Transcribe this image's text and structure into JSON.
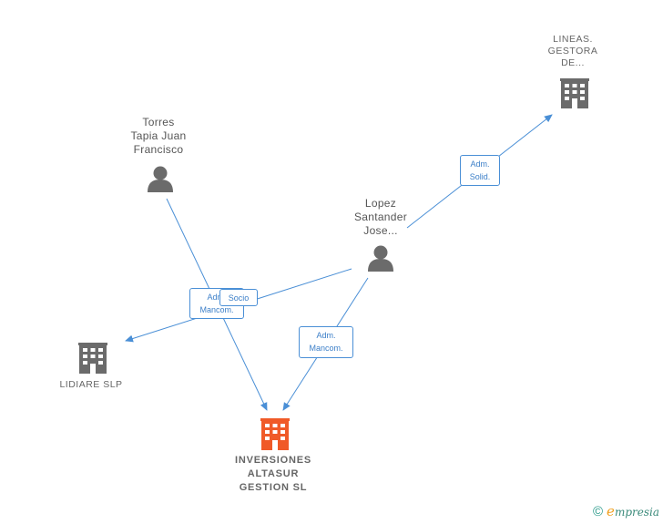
{
  "nodes": {
    "lineas": {
      "label": "LINEAS.\nGESTORA\nDE..."
    },
    "torres": {
      "label": "Torres\nTapia Juan\nFrancisco"
    },
    "lopez": {
      "label": "Lopez\nSantander\nJose..."
    },
    "lidiare": {
      "label": "LIDIARE  SLP"
    },
    "inversiones": {
      "label": "INVERSIONES\nALTASUR\nGESTION  SL"
    }
  },
  "edges": {
    "adm_solid": "Adm.\nSolid.",
    "adm_mancom_torres": "Adm.\nMancom.",
    "socio": "Socio",
    "adm_mancom_lopez": "Adm.\nMancom."
  },
  "colors": {
    "edge": "#4a8fd6",
    "building": "#6b6b6b",
    "building_main": "#f05a28",
    "person": "#6b6b6b"
  },
  "footer": {
    "copyright": "©",
    "brand_e": "e",
    "brand": "mpresia"
  }
}
